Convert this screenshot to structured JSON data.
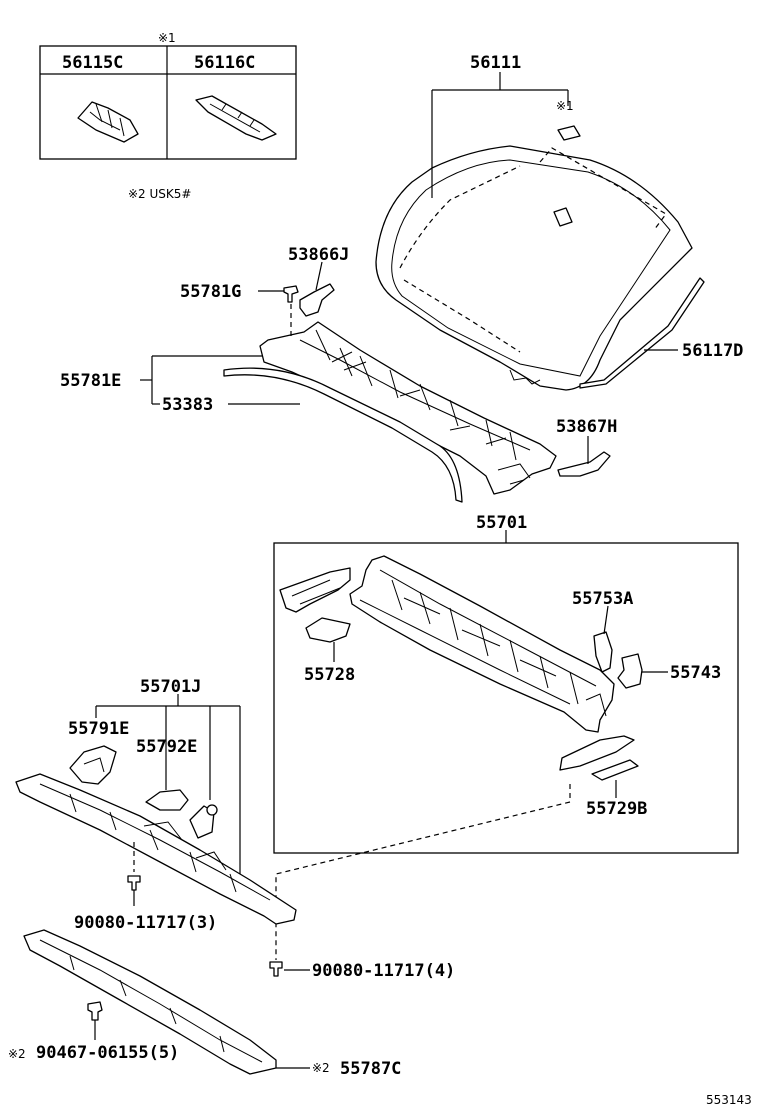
{
  "labels": {
    "note1_top": "※1",
    "part_56115C": "56115C",
    "part_56116C": "56116C",
    "note2": "※2 USK5#",
    "part_56111": "56111",
    "note1_glass": "※1",
    "part_53866J": "53866J",
    "part_55781G": "55781G",
    "part_55781E": "55781E",
    "part_53383": "53383",
    "part_56117D": "56117D",
    "part_53867H": "53867H",
    "part_55701": "55701",
    "part_55753A": "55753A",
    "part_55728": "55728",
    "part_55743": "55743",
    "part_55729B": "55729B",
    "part_55701J": "55701J",
    "part_55791E": "55791E",
    "part_55792E": "55792E",
    "part_90080_3": "90080-11717(3)",
    "part_90080_4": "90080-11717(4)",
    "note2_bolt": "※2",
    "part_90467": "90467-06155(5)",
    "note2_cowl": "※2",
    "part_55787C": "55787C",
    "diagram_id": "553143"
  }
}
